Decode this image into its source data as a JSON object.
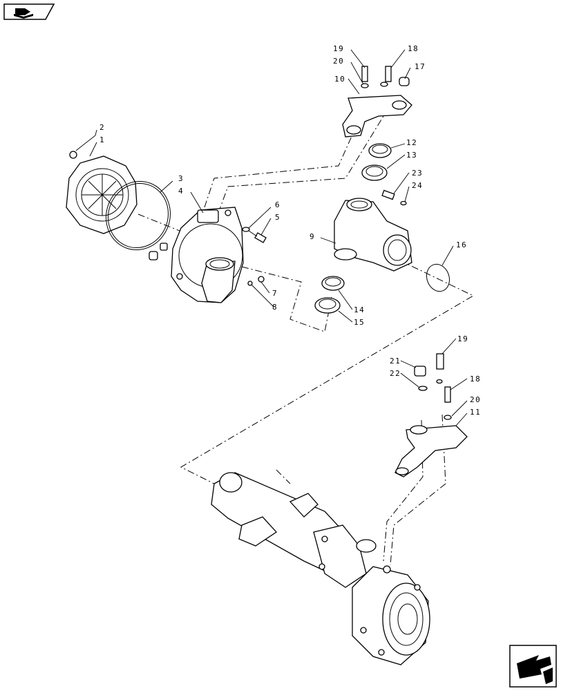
{
  "nav": {
    "top_icon": "book-arrow-icon",
    "bottom_icon": "arrow-icon"
  },
  "callouts": [
    {
      "id": "1",
      "text": "1"
    },
    {
      "id": "2",
      "text": "2"
    },
    {
      "id": "3",
      "text": "3"
    },
    {
      "id": "4",
      "text": "4"
    },
    {
      "id": "5",
      "text": "5"
    },
    {
      "id": "6",
      "text": "6"
    },
    {
      "id": "7",
      "text": "7"
    },
    {
      "id": "8",
      "text": "8"
    },
    {
      "id": "9",
      "text": "9"
    },
    {
      "id": "10",
      "text": "10"
    },
    {
      "id": "11",
      "text": "11"
    },
    {
      "id": "12",
      "text": "12"
    },
    {
      "id": "13",
      "text": "13"
    },
    {
      "id": "14",
      "text": "14"
    },
    {
      "id": "15",
      "text": "15"
    },
    {
      "id": "16",
      "text": "16"
    },
    {
      "id": "17",
      "text": "17"
    },
    {
      "id": "18a",
      "text": "18"
    },
    {
      "id": "19a",
      "text": "19"
    },
    {
      "id": "20a",
      "text": "20"
    },
    {
      "id": "23",
      "text": "23"
    },
    {
      "id": "24",
      "text": "24"
    },
    {
      "id": "19b",
      "text": "19"
    },
    {
      "id": "21",
      "text": "21"
    },
    {
      "id": "22",
      "text": "22"
    },
    {
      "id": "18b",
      "text": "18"
    },
    {
      "id": "20b",
      "text": "20"
    },
    {
      "id": "11b",
      "text": "11"
    }
  ]
}
